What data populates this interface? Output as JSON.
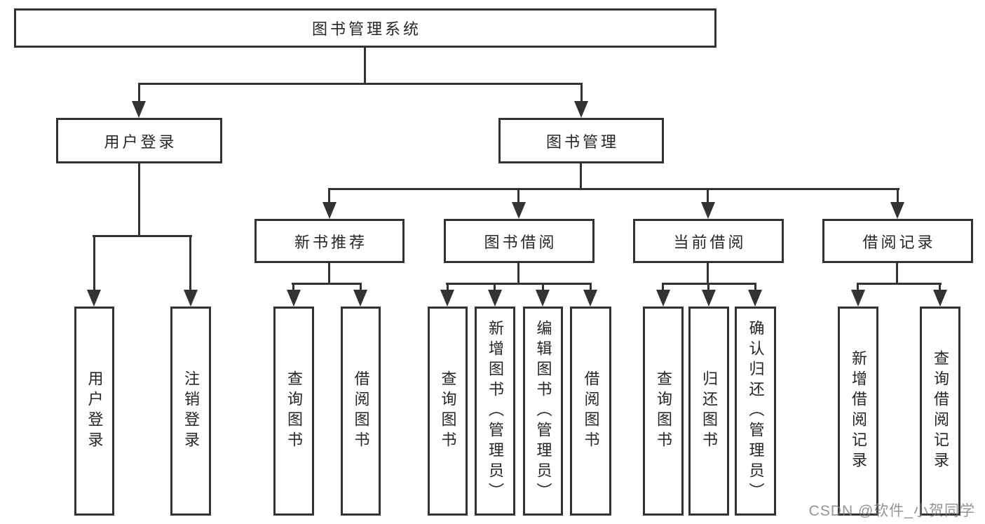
{
  "tree": {
    "label": "图书管理系统",
    "children": [
      {
        "label": "用户登录",
        "children": [
          {
            "label": "用户登录"
          },
          {
            "label": "注销登录"
          }
        ]
      },
      {
        "label": "图书管理",
        "children": [
          {
            "label": "新书推荐",
            "children": [
              {
                "label": "查询图书"
              },
              {
                "label": "借阅图书"
              }
            ]
          },
          {
            "label": "图书借阅",
            "children": [
              {
                "label": "查询图书"
              },
              {
                "label": "新增图书（管理员）"
              },
              {
                "label": "编辑图书（管理员）"
              },
              {
                "label": "借阅图书"
              }
            ]
          },
          {
            "label": "当前借阅",
            "children": [
              {
                "label": "查询图书"
              },
              {
                "label": "归还图书"
              },
              {
                "label": "确认归还（管理员）"
              }
            ]
          },
          {
            "label": "借阅记录",
            "children": [
              {
                "label": "新增借阅记录"
              },
              {
                "label": "查询借阅记录"
              }
            ]
          }
        ]
      }
    ]
  },
  "watermark": {
    "text": "CSDN @软件_小贺同学"
  },
  "colors": {
    "background": "#ffffff",
    "line": "#333333",
    "text": "#262626",
    "watermark": "#7d7878"
  }
}
